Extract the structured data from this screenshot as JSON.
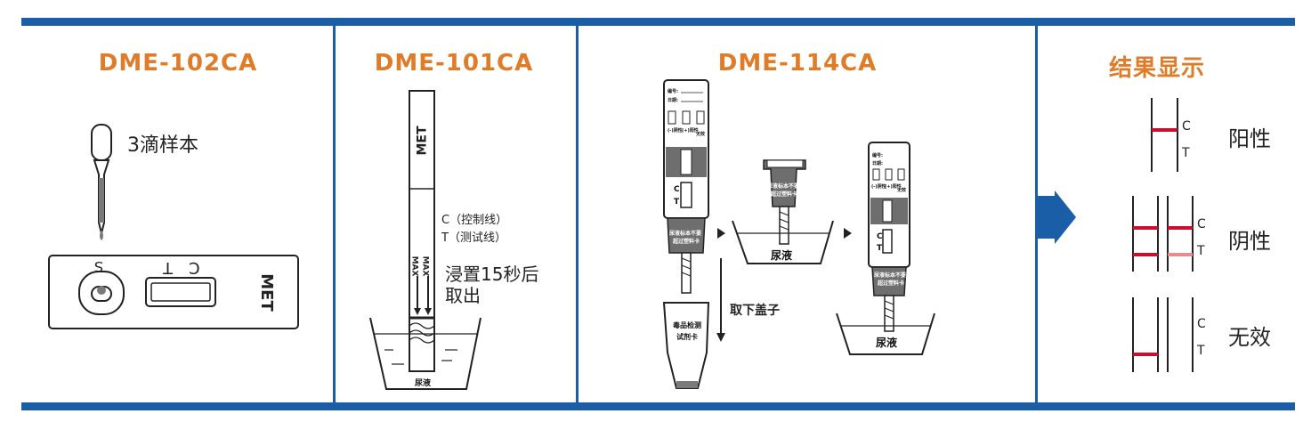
{
  "colors": {
    "accent_blue": "#1b5ea8",
    "title_orange": "#e07b27",
    "line_red": "#c8102e",
    "faint_red": "#e88a8f",
    "cassette_gray": "#6e6e6e"
  },
  "panel1": {
    "title": "DME-102CA",
    "instruction": "3滴样本",
    "sample_well_label": "S",
    "c_label": "C",
    "t_label": "T",
    "drug_label": "MET"
  },
  "panel2": {
    "title": "DME-101CA",
    "drug_label": "MET",
    "c_note": "C（控制线）",
    "t_note": "T（测试线）",
    "max_label_1": "MAX",
    "max_label_2": "MAX",
    "instruction_line1": "浸置15秒后",
    "instruction_line2": "取出",
    "cup_label": "尿液"
  },
  "panel3": {
    "title": "DME-114CA",
    "form_number": "编号:",
    "form_date": "日期:",
    "neg_label": "(-)阴性",
    "pos_label": "(+)阳性",
    "invalid_label": "无效",
    "c_label": "C",
    "t_label": "T",
    "warning_line1": "尿液标本不要",
    "warning_line2": "超过塑料卡",
    "cup_label_1": "尿液",
    "cup_label_2": "尿液",
    "remove_cap": "取下盖子",
    "cap_label_line1": "毒品检测",
    "cap_label_line2": "试剂卡"
  },
  "panel4": {
    "title": "结果显示",
    "c_label": "C",
    "t_label": "T",
    "results": [
      {
        "label": "阳性"
      },
      {
        "label": "阴性"
      },
      {
        "label": "无效"
      }
    ]
  }
}
